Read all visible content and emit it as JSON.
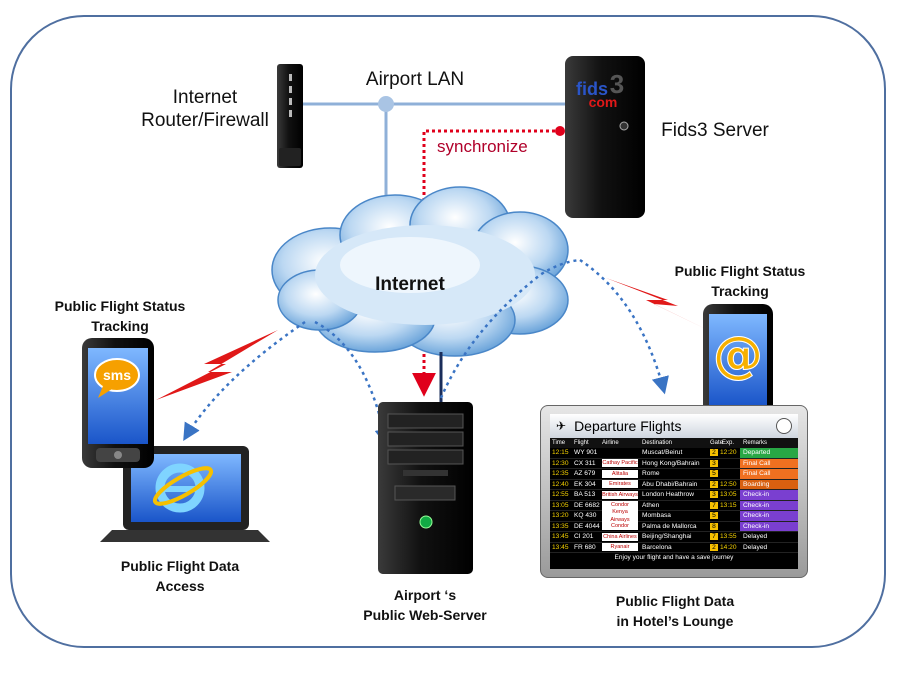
{
  "labels": {
    "router_line1": "Internet",
    "router_line2": "Router/Firewall",
    "lan": "Airport  LAN",
    "server": "Fids3 Server",
    "synchronize": "synchronize",
    "internet": "Internet",
    "tracking_left_line1": "Public Flight Status",
    "tracking_left_line2": "Tracking",
    "tracking_right_line1": "Public Flight Status",
    "tracking_right_line2": "Tracking",
    "data_access_line1": "Public Flight Data",
    "data_access_line2": "Access",
    "webserver_line1": "Airport ‘s",
    "webserver_line2": "Public Web-Server",
    "lounge_line1": "Public Flight Data",
    "lounge_line2": "in Hotel’s Lounge"
  },
  "server_logo": {
    "line1": "fids",
    "digit": "3",
    "line2": "com"
  },
  "sms_badge": "sms",
  "email_badge": "@",
  "board": {
    "title": "Departure Flights",
    "columns": [
      "Time",
      "Flight",
      "Airline",
      "Destination",
      "Gate",
      "Exp.",
      "Remarks"
    ],
    "rows": [
      {
        "time": "12:15",
        "flight": "WY 901",
        "airline": "",
        "destination": "Muscat/Beirut",
        "gate": "2",
        "exp": "12:20",
        "remarks": "Departed"
      },
      {
        "time": "12:30",
        "flight": "CX 311",
        "airline": "Cathay Pacific",
        "destination": "Hong Kong/Bahrain",
        "gate": "3",
        "exp": "",
        "remarks": "Final Call"
      },
      {
        "time": "12:35",
        "flight": "AZ 679",
        "airline": "Alitalia",
        "destination": "Rome",
        "gate": "5",
        "exp": "",
        "remarks": "Final Call"
      },
      {
        "time": "12:40",
        "flight": "EK 304",
        "airline": "Emirates",
        "destination": "Abu Dhabi/Bahrain",
        "gate": "2",
        "exp": "12:50",
        "remarks": "Boarding"
      },
      {
        "time": "12:55",
        "flight": "BA 513",
        "airline": "British Airways",
        "destination": "London Heathrow",
        "gate": "3",
        "exp": "13:05",
        "remarks": "Check-in"
      },
      {
        "time": "13:05",
        "flight": "DE 6682",
        "airline": "Condor",
        "destination": "Athen",
        "gate": "7",
        "exp": "13:15",
        "remarks": "Check-in"
      },
      {
        "time": "13:20",
        "flight": "KQ 430",
        "airline": "Kenya Airways",
        "destination": "Mombasa",
        "gate": "5",
        "exp": "",
        "remarks": "Check-in"
      },
      {
        "time": "13:35",
        "flight": "DE 4044",
        "airline": "Condor",
        "destination": "Palma de Mallorca",
        "gate": "8",
        "exp": "",
        "remarks": "Check-in"
      },
      {
        "time": "13:45",
        "flight": "CI 201",
        "airline": "China Airlines",
        "destination": "Beijing/Shanghai",
        "gate": "7",
        "exp": "13:55",
        "remarks": "Delayed"
      },
      {
        "time": "13:45",
        "flight": "FR 680",
        "airline": "Ryanair",
        "destination": "Barcelona",
        "gate": "2",
        "exp": "14:20",
        "remarks": "Delayed"
      }
    ],
    "footer": "Enjoy your flight and have a save journey"
  },
  "colors": {
    "frame": "#4f6fa0",
    "lan_line": "#8fb0d8",
    "sync": "#e0001b",
    "wireless": "#e01818",
    "flow": "#3a74c4",
    "departed": "#28a745",
    "final_call": "#f07020",
    "boarding": "#d86010",
    "check_in": "#7a3fd0",
    "delayed": "#000000"
  }
}
